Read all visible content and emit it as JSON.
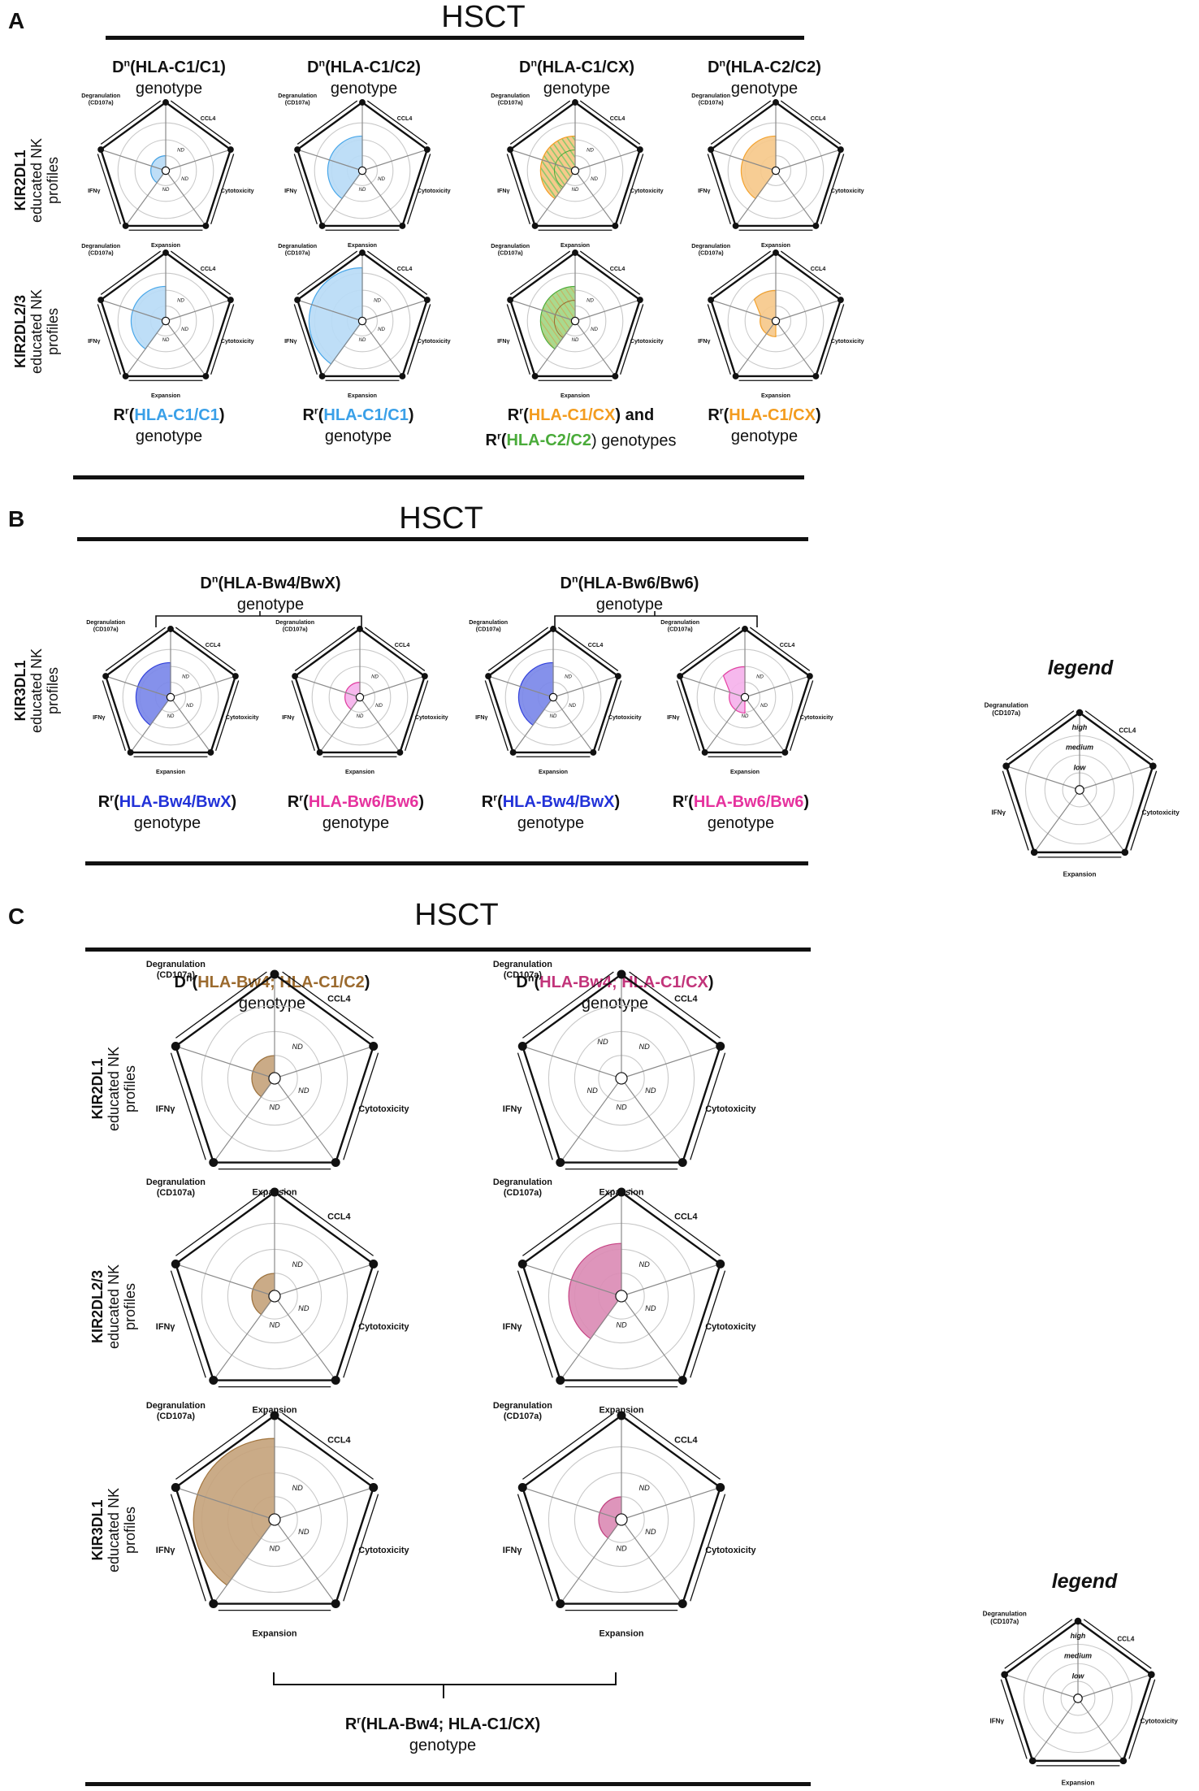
{
  "panels": {
    "A": {
      "letter": "A",
      "title": "HSCT",
      "row_labels": [
        {
          "name": "KIR2DL1",
          "sub1": "educated NK",
          "sub2": "profiles"
        },
        {
          "name": "KIR2DL2/3",
          "sub1": "educated NK",
          "sub2": "profiles"
        }
      ],
      "donors": [
        {
          "prefix": "D",
          "sup": "n",
          "hla": "(HLA-C1/C1)",
          "word": "genotype"
        },
        {
          "prefix": "D",
          "sup": "n",
          "hla": "(HLA-C1/C2)",
          "word": "genotype"
        },
        {
          "prefix": "D",
          "sup": "n",
          "hla": "(HLA-C1/CX)",
          "word": "genotype"
        },
        {
          "prefix": "D",
          "sup": "n",
          "hla": "(HLA-C2/C2)",
          "word": "genotype"
        }
      ],
      "recipients": [
        {
          "prefix": "R",
          "sup": "r",
          "open": "(",
          "hla": "HLA-C1/C1",
          "close": ")",
          "word": "genotype"
        },
        {
          "prefix": "R",
          "sup": "r",
          "open": "(",
          "hla": "HLA-C1/C1",
          "close": ")",
          "word": "genotype"
        },
        {
          "prefix": "R",
          "sup": "r",
          "open": "(",
          "hla": "HLA-C1/CX",
          "close": ") and",
          "prefix2": "R",
          "sup2": "r",
          "open2": "(",
          "hla2": "HLA-C2/C2",
          "close2": ") genotypes"
        },
        {
          "prefix": "R",
          "sup": "r",
          "open": "(",
          "hla": "HLA-C1/CX",
          "close": ")",
          "word": "genotype"
        }
      ]
    },
    "B": {
      "letter": "B",
      "title": "HSCT",
      "row_label": {
        "name": "KIR3DL1",
        "sub1": "educated NK",
        "sub2": "profiles"
      },
      "donors": [
        {
          "prefix": "D",
          "sup": "n",
          "hla": "(HLA-Bw4/BwX)",
          "word": "genotype"
        },
        {
          "prefix": "D",
          "sup": "n",
          "hla": "(HLA-Bw6/Bw6)",
          "word": "genotype"
        }
      ],
      "recipients": [
        {
          "prefix": "R",
          "sup": "r",
          "open": "(",
          "hla": "HLA-Bw4/BwX",
          "close": ")",
          "word": "genotype"
        },
        {
          "prefix": "R",
          "sup": "r",
          "open": "(",
          "hla": "HLA-Bw6/Bw6",
          "close": ")",
          "word": "genotype"
        },
        {
          "prefix": "R",
          "sup": "r",
          "open": "(",
          "hla": "HLA-Bw4/BwX",
          "close": ")",
          "word": "genotype"
        },
        {
          "prefix": "R",
          "sup": "r",
          "open": "(",
          "hla": "HLA-Bw6/Bw6",
          "close": ")",
          "word": "genotype"
        }
      ]
    },
    "C": {
      "letter": "C",
      "title": "HSCT",
      "row_labels": [
        {
          "name": "KIR2DL1",
          "sub1": "educated NK",
          "sub2": "profiles"
        },
        {
          "name": "KIR2DL2/3",
          "sub1": "educated NK",
          "sub2": "profiles"
        },
        {
          "name": "KIR3DL1",
          "sub1": "educated NK",
          "sub2": "profiles"
        }
      ],
      "donors": [
        {
          "prefix": "D",
          "sup": "n",
          "open": "(",
          "hla": "HLA-Bw4; HLA-C1/C2",
          "close": ")",
          "word": "genotype"
        },
        {
          "prefix": "D",
          "sup": "n",
          "open": "(",
          "hla": "HLA-Bw4; HLA-C1/CX",
          "close": ")",
          "word": "genotype"
        }
      ],
      "recipient": {
        "prefix": "R",
        "sup": "r",
        "hla": "(HLA-Bw4; HLA-C1/CX)",
        "word": "genotype"
      }
    }
  },
  "axes": {
    "degranulation_1": "Degranulation",
    "degranulation_2": "(CD107a)",
    "ccl4": "CCL4",
    "cytotoxicity": "Cytotoxicity",
    "expansion": "Expansion",
    "ifng": "IFNγ"
  },
  "nd": "ND",
  "legend": {
    "title": "legend",
    "levels": [
      "high",
      "medium",
      "low"
    ]
  },
  "colors": {
    "c1_blue": "#3aa0e8",
    "blue_fill": "#b9dcf7",
    "orange": "#f39c1f",
    "orange_fill": "#f7c98b",
    "green": "#4aab3a",
    "green_fill": "#a9da8e",
    "bw4_blue": "#2232d8",
    "bw4_fill": "#7b88ea",
    "bw6_pink": "#e6329e",
    "bw6_fill": "#f6b3ec",
    "brown": "#9b6a2e",
    "brown_fill": "#c6a47d",
    "magenta": "#c2347a",
    "magenta_fill": "#dc8db6"
  },
  "radar_profiles": [
    {
      "panel": "A",
      "row": 1,
      "col": 1,
      "fill": "blue_fill",
      "stroke": "c1_blue",
      "sector": "left",
      "level": 0.22,
      "nd": [
        "ccl4",
        "cytotoxicity",
        "expansion"
      ]
    },
    {
      "panel": "A",
      "row": 1,
      "col": 2,
      "fill": "blue_fill",
      "stroke": "c1_blue",
      "sector": "left",
      "level": 0.62,
      "nd": [
        "cytotoxicity",
        "expansion"
      ]
    },
    {
      "panel": "A",
      "row": 1,
      "col": 3,
      "fill": "orange_fill",
      "stroke": "orange",
      "hatch": "green_fill",
      "sector": "left",
      "level": 0.62,
      "nd": [
        "ccl4",
        "cytotoxicity",
        "expansion"
      ]
    },
    {
      "panel": "A",
      "row": 1,
      "col": 4,
      "fill": "orange_fill",
      "stroke": "orange",
      "sector": "left",
      "level": 0.62,
      "nd": []
    },
    {
      "panel": "A",
      "row": 2,
      "col": 1,
      "fill": "blue_fill",
      "stroke": "c1_blue",
      "sector": "left",
      "level": 0.62,
      "nd": [
        "ccl4",
        "cytotoxicity",
        "expansion"
      ]
    },
    {
      "panel": "A",
      "row": 2,
      "col": 2,
      "fill": "blue_fill",
      "stroke": "c1_blue",
      "sector": "left",
      "level": 1.0,
      "nd": [
        "ccl4",
        "cytotoxicity",
        "expansion"
      ]
    },
    {
      "panel": "A",
      "row": 2,
      "col": 3,
      "fill": "green_fill",
      "stroke": "green",
      "hatch": "orange_fill",
      "sector": "left",
      "level": 0.62,
      "nd": [
        "ccl4",
        "cytotoxicity",
        "expansion"
      ]
    },
    {
      "panel": "A",
      "row": 2,
      "col": 4,
      "fill": "orange_fill",
      "stroke": "orange",
      "sector": "left-mixed",
      "level": 0.45,
      "nd": []
    },
    {
      "panel": "B",
      "row": 1,
      "col": 1,
      "fill": "bw4_fill",
      "stroke": "bw4_blue",
      "sector": "left",
      "level": 0.62,
      "nd": [
        "ccl4",
        "cytotoxicity",
        "expansion"
      ]
    },
    {
      "panel": "B",
      "row": 1,
      "col": 2,
      "fill": "bw6_fill",
      "stroke": "bw6_pink",
      "sector": "left",
      "level": 0.22,
      "nd": [
        "ccl4",
        "cytotoxicity",
        "expansion"
      ]
    },
    {
      "panel": "B",
      "row": 1,
      "col": 3,
      "fill": "bw4_fill",
      "stroke": "bw4_blue",
      "sector": "left",
      "level": 0.62,
      "nd": [
        "ccl4",
        "cytotoxicity",
        "expansion"
      ]
    },
    {
      "panel": "B",
      "row": 1,
      "col": 4,
      "fill": "bw6_fill",
      "stroke": "bw6_pink",
      "sector": "left-mixed",
      "level": 0.45,
      "nd": [
        "ccl4",
        "cytotoxicity",
        "expansion"
      ]
    },
    {
      "panel": "C",
      "row": 1,
      "col": 1,
      "fill": "brown_fill",
      "stroke": "brown",
      "sector": "left",
      "level": 0.22,
      "nd": [
        "ccl4",
        "cytotoxicity",
        "expansion"
      ]
    },
    {
      "panel": "C",
      "row": 1,
      "col": 2,
      "fill": "none",
      "stroke": "none",
      "sector": "none",
      "level": 0,
      "nd": [
        "degran",
        "ccl4",
        "cytotoxicity",
        "expansion",
        "ifng"
      ]
    },
    {
      "panel": "C",
      "row": 2,
      "col": 1,
      "fill": "brown_fill",
      "stroke": "brown",
      "sector": "left",
      "level": 0.22,
      "nd": [
        "ccl4",
        "cytotoxicity",
        "expansion"
      ]
    },
    {
      "panel": "C",
      "row": 2,
      "col": 2,
      "fill": "magenta_fill",
      "stroke": "magenta",
      "sector": "left",
      "level": 0.62,
      "nd": [
        "ccl4",
        "cytotoxicity",
        "expansion"
      ]
    },
    {
      "panel": "C",
      "row": 3,
      "col": 1,
      "fill": "brown_fill",
      "stroke": "brown",
      "sector": "left",
      "level": 1.0,
      "nd": [
        "ccl4",
        "cytotoxicity",
        "expansion"
      ]
    },
    {
      "panel": "C",
      "row": 3,
      "col": 2,
      "fill": "magenta_fill",
      "stroke": "magenta",
      "sector": "left",
      "level": 0.22,
      "nd": [
        "ccl4",
        "cytotoxicity",
        "expansion"
      ]
    }
  ]
}
